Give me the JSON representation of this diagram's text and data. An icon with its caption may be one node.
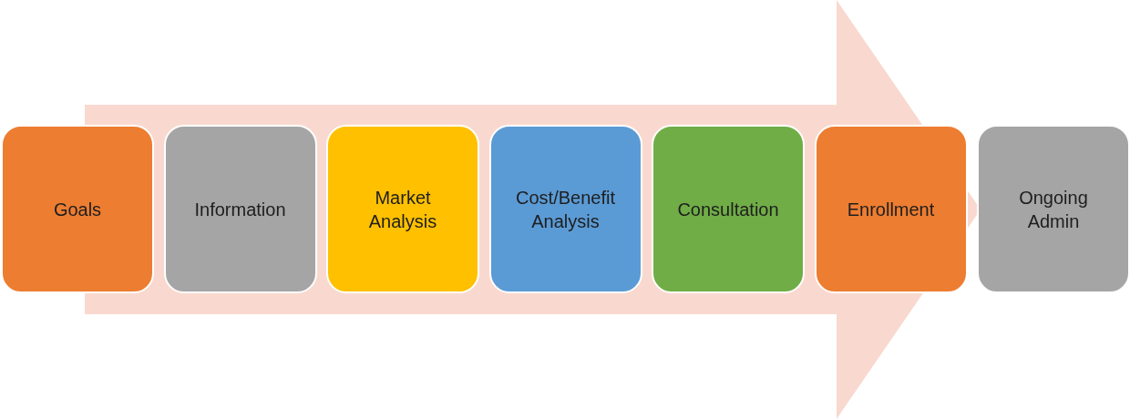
{
  "diagram": {
    "nodes": [
      {
        "text": [
          "Goals"
        ]
      },
      {
        "text": [
          "Information"
        ]
      },
      {
        "text": [
          "Market Analysis"
        ]
      },
      {
        "text": [
          "Cost/Benefit Analysis"
        ]
      },
      {
        "text": [
          "Consultation"
        ]
      },
      {
        "text": [
          "Enrollment"
        ]
      },
      {
        "text": [
          "Ongoing Admin"
        ]
      }
    ]
  }
}
